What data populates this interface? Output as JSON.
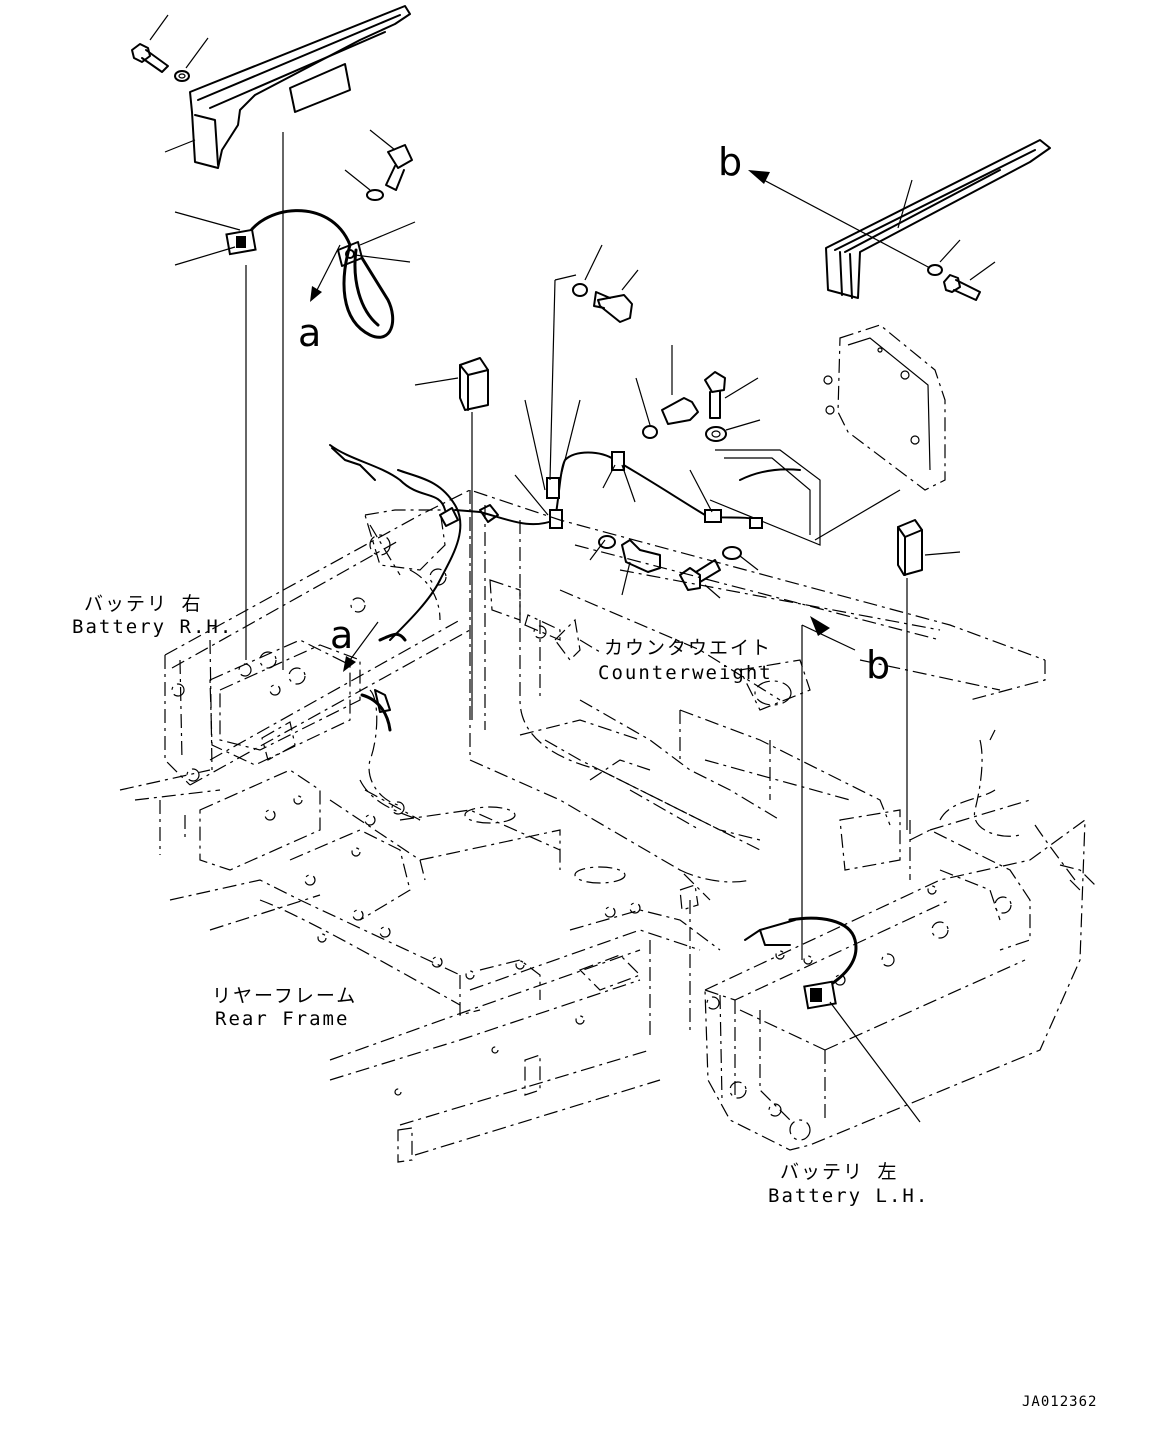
{
  "labels": {
    "battery_rh_jp": "バッテリ 右",
    "battery_rh_en": "Battery R.H.",
    "counterweight_jp": "カウンタウエイト",
    "counterweight_en": "Counterweight",
    "rear_frame_jp": "リヤーフレーム",
    "rear_frame_en": "Rear Frame",
    "battery_lh_jp": "バッテリ 左",
    "battery_lh_en": "Battery L.H."
  },
  "view_markers": {
    "a": "a",
    "b": "b"
  },
  "drawing_code": "JA012362"
}
